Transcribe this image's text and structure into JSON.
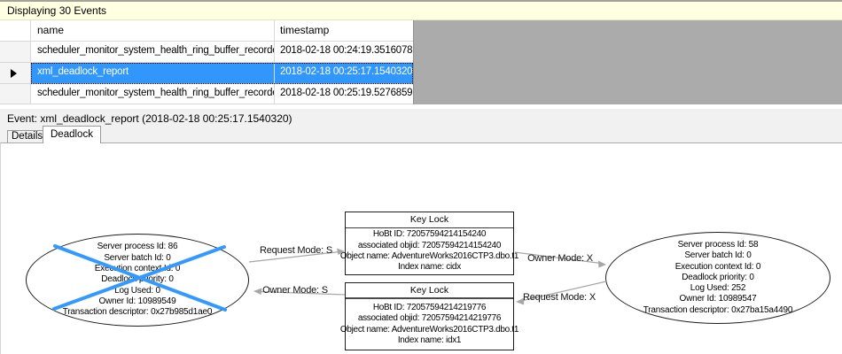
{
  "info_bar": {
    "title": "Displaying 30 Events"
  },
  "grid": {
    "columns": [
      "name",
      "timestamp"
    ],
    "rows": [
      {
        "name": "scheduler_monitor_system_health_ring_buffer_recorded",
        "timestamp": "2018-02-18 00:24:19.3516078"
      },
      {
        "name": "xml_deadlock_report",
        "timestamp": "2018-02-18 00:25:17.1540320"
      },
      {
        "name": "scheduler_monitor_system_health_ring_buffer_recorded",
        "timestamp": "2018-02-18 00:25:19.5276859"
      }
    ],
    "selected_row_index": 1
  },
  "event_bar": {
    "label": "Event: xml_deadlock_report (2018-02-18 00:25:17.1540320)"
  },
  "tabs": [
    {
      "label": "Details",
      "active": false
    },
    {
      "label": "Deadlock",
      "active": true
    }
  ],
  "deadlock_graph": {
    "processes": [
      {
        "victim": true,
        "lines": [
          "Server process Id: 86",
          "Server batch Id: 0",
          "Execution context Id: 0",
          "Deadlock priority: 0",
          "Log Used: 0",
          "Owner Id: 10989549",
          "Transaction descriptor: 0x27b985d1ae0"
        ]
      },
      {
        "victim": false,
        "lines": [
          "Server process Id: 58",
          "Server batch Id: 0",
          "Execution context Id: 0",
          "Deadlock priority: 0",
          "Log Used: 252",
          "Owner Id: 10989547",
          "Transaction descriptor: 0x27ba15a4490"
        ]
      }
    ],
    "resources": [
      {
        "title": "Key Lock",
        "lines": [
          "HoBt ID: 72057594214154240",
          "associated objid: 72057594214154240",
          "Object name: AdventureWorks2016CTP3.dbo.t1",
          "Index name: cidx"
        ]
      },
      {
        "title": "Key Lock",
        "lines": [
          "HoBt ID: 72057594214219776",
          "associated objid: 72057594214219776",
          "Object name: AdventureWorks2016CTP3.dbo.t1",
          "Index name: idx1"
        ]
      }
    ],
    "edges": [
      {
        "label": "Request Mode: S"
      },
      {
        "label": "Owner Mode: S"
      },
      {
        "label": "Owner Mode: X"
      },
      {
        "label": "Request Mode: X"
      }
    ]
  },
  "colors": {
    "info_bar_bg": "#FFFFE1",
    "selection_bg": "#3297FD",
    "empty_area_bg": "#ABABAB",
    "victim_x": "#3399FF",
    "edge_gray": "#A6A6A6"
  }
}
